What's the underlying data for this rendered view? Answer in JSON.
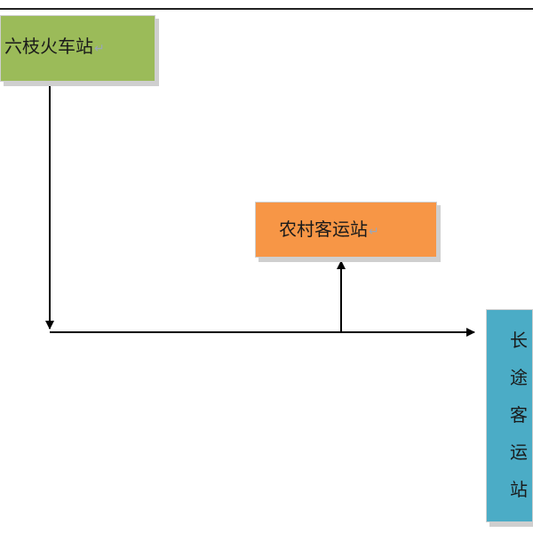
{
  "nodes": {
    "liuzhi_station": {
      "label": "六枝火车站"
    },
    "rural_station": {
      "label": "农村客运站"
    },
    "long_distance_station": {
      "chars": [
        "长",
        "途",
        "客",
        "运",
        "站"
      ]
    }
  },
  "colors": {
    "liuzhi_fill": "#9bbb59",
    "rural_fill": "#f79646",
    "long_distance_fill": "#4bacc6",
    "line": "#000000"
  }
}
